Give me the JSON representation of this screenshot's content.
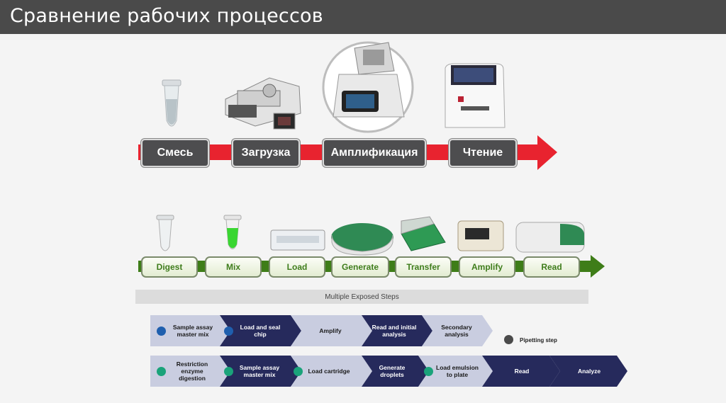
{
  "title": "Сравнение рабочих процессов",
  "top_workflow": {
    "steps": [
      "Смесь",
      "Загрузка",
      "Амплификация",
      "Чтение"
    ],
    "arrow_color": "#e8232f"
  },
  "middle_workflow": {
    "steps": [
      "Digest",
      "Mix",
      "Load",
      "Generate",
      "Transfer",
      "Amplify",
      "Read"
    ],
    "arrow_color": "#3e7d18",
    "banner": "Multiple Exposed Steps"
  },
  "chevrons_row1": [
    {
      "label": "Sample assay master mix",
      "style": "light",
      "dot": "blue"
    },
    {
      "label": "Load and seal chip",
      "style": "dark",
      "dot": "blue"
    },
    {
      "label": "Amplify",
      "style": "light",
      "dot": ""
    },
    {
      "label": "Read and initial analysis",
      "style": "dark",
      "dot": ""
    },
    {
      "label": "Secondary analysis",
      "style": "light",
      "dot": ""
    }
  ],
  "chevrons_row2": [
    {
      "label": "Restriction enzyme digestion",
      "style": "light",
      "dot": "green"
    },
    {
      "label": "Sample assay master mix",
      "style": "dark",
      "dot": "green"
    },
    {
      "label": "Load cartridge",
      "style": "light",
      "dot": "green"
    },
    {
      "label": "Generate droplets",
      "style": "dark",
      "dot": ""
    },
    {
      "label": "Load emulsion to plate",
      "style": "light",
      "dot": "green"
    },
    {
      "label": "Read",
      "style": "dark",
      "dot": ""
    },
    {
      "label": "Analyze",
      "style": "dark",
      "dot": ""
    }
  ],
  "legend": {
    "label": "Pipetting step",
    "dot": "gray"
  },
  "colors": {
    "chevron_light": "#c9cde0",
    "chevron_dark": "#262a5c",
    "dot_blue": "#1f5fae",
    "dot_green": "#1aa37a",
    "dot_gray": "#4a4a4a"
  }
}
